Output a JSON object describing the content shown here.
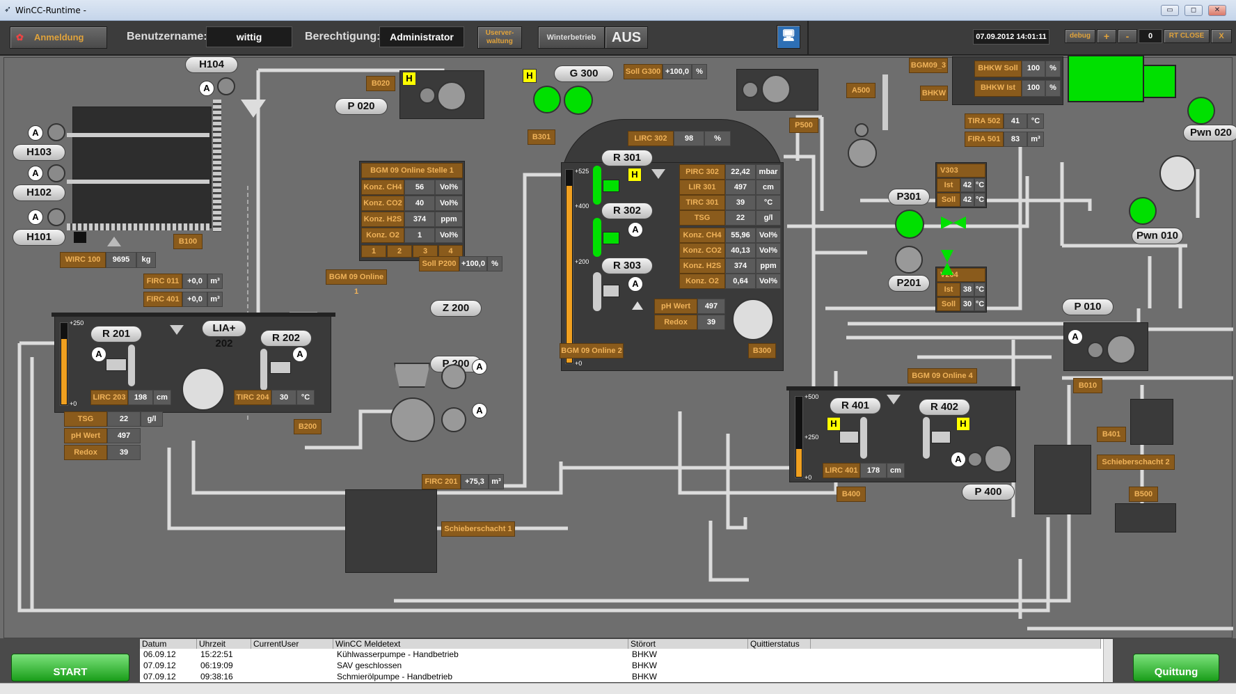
{
  "window": {
    "title": "WinCC-Runtime -"
  },
  "toolbar": {
    "login": "Anmeldung",
    "user_label": "Benutzername:",
    "user_value": "wittig",
    "perm_label": "Berechtigung:",
    "perm_value": "Administrator",
    "user_admin": "Userver-\nwaltung",
    "mode": "Winterbetrieb",
    "mode_state": "AUS",
    "datetime": "07.09.2012 14:01:11",
    "debug": "debug",
    "plus": "+",
    "minus": "-",
    "counter": "0",
    "rt_close": "RT CLOSE",
    "close_x": "X"
  },
  "tags": {
    "H104": "H104",
    "H103": "H103",
    "H102": "H102",
    "H101": "H101",
    "P020": "P 020",
    "G300": "G 300",
    "R301": "R 301",
    "R302": "R 302",
    "R303": "R 303",
    "R201": "R 201",
    "R202": "R 202",
    "LIA202": "LIA+ 202",
    "Z200": "Z 200",
    "P200": "P 200",
    "P301": "P301",
    "P201": "P201",
    "Pwn020": "Pwn 020",
    "Pwn010": "Pwn 010",
    "P010": "P 010",
    "R401": "R 401",
    "R402": "R 402",
    "P400": "P 400"
  },
  "labels": {
    "B020": "B020",
    "B100": "B100",
    "B200": "B200",
    "B300": "B300",
    "B301": "B301",
    "P500": "P500",
    "A500": "A500",
    "BGM09_3": "BGM09_3",
    "BHKW": "BHKW",
    "B010": "B010",
    "B401": "B401",
    "B400": "B400",
    "B500": "B500",
    "Schieberschacht1": "Schieberschacht 1",
    "Schieberschacht2": "Schieberschacht 2",
    "BGM_online1": "BGM 09 Online 1",
    "BGM_online2": "BGM 09 Online 2",
    "BGM_online4": "BGM 09 Online 4"
  },
  "values": {
    "WIRC100": {
      "name": "WIRC 100",
      "val": "9695",
      "unit": "kg"
    },
    "FIRC011": {
      "name": "FIRC 011",
      "val": "+0,0",
      "unit": "m³"
    },
    "FIRC401": {
      "name": "FIRC 401",
      "val": "+0,0",
      "unit": "m³"
    },
    "LIRC203": {
      "name": "LIRC 203",
      "val": "198",
      "unit": "cm"
    },
    "TIRC204": {
      "name": "TIRC 204",
      "val": "30",
      "unit": "°C"
    },
    "TSG2": {
      "name": "TSG",
      "val": "22",
      "unit": "g/l"
    },
    "pH2": {
      "name": "pH Wert",
      "val": "497"
    },
    "Redox2": {
      "name": "Redox",
      "val": "39"
    },
    "SollP200": {
      "name": "Soll P200",
      "val": "+100,0",
      "unit": "%"
    },
    "FIRC201": {
      "name": "FIRC 201",
      "val": "+75,3",
      "unit": "m³"
    },
    "SollG300": {
      "name": "Soll G300",
      "val": "+100,0",
      "unit": "%"
    },
    "LIRC302": {
      "name": "LIRC 302",
      "val": "98",
      "unit": "%"
    },
    "PIRC302": {
      "name": "PIRC 302",
      "val": "22,42",
      "unit": "mbar"
    },
    "LIR301": {
      "name": "LIR 301",
      "val": "497",
      "unit": "cm"
    },
    "TIRC301": {
      "name": "TIRC 301",
      "val": "39",
      "unit": "°C"
    },
    "TSG3": {
      "name": "TSG",
      "val": "22",
      "unit": "g/l"
    },
    "CH4_3": {
      "name": "Konz. CH4",
      "val": "55,96",
      "unit": "Vol%"
    },
    "CO2_3": {
      "name": "Konz. CO2",
      "val": "40,13",
      "unit": "Vol%"
    },
    "H2S_3": {
      "name": "Konz. H2S",
      "val": "374",
      "unit": "ppm"
    },
    "O2_3": {
      "name": "Konz. O2",
      "val": "0,64",
      "unit": "Vol%"
    },
    "pH3": {
      "name": "pH Wert",
      "val": "497"
    },
    "Redox3": {
      "name": "Redox",
      "val": "39"
    },
    "BHKWSoll": {
      "name": "BHKW Soll",
      "val": "100",
      "unit": "%"
    },
    "BHKWIst": {
      "name": "BHKW Ist",
      "val": "100",
      "unit": "%"
    },
    "TIRA502": {
      "name": "TIRA 502",
      "val": "41",
      "unit": "°C"
    },
    "FIRA501": {
      "name": "FIRA 501",
      "val": "83",
      "unit": "m³"
    },
    "LIRC401": {
      "name": "LIRC 401",
      "val": "178",
      "unit": "cm"
    }
  },
  "v303": {
    "title": "V303",
    "ist_label": "Ist",
    "ist": "42",
    "soll_label": "Soll",
    "soll": "42",
    "unit": "°C"
  },
  "v204": {
    "title": "V204",
    "ist_label": "Ist",
    "ist": "38",
    "soll_label": "Soll",
    "soll": "30",
    "unit": "°C"
  },
  "bgm1": {
    "title": "BGM 09 Online Stelle 1",
    "rows": [
      {
        "n": "Konz. CH4",
        "v": "56",
        "u": "Vol%"
      },
      {
        "n": "Konz. CO2",
        "v": "40",
        "u": "Vol%"
      },
      {
        "n": "Konz. H2S",
        "v": "374",
        "u": "ppm"
      },
      {
        "n": "Konz. O2",
        "v": "1",
        "u": "Vol%"
      }
    ],
    "tabs": [
      "1",
      "2",
      "3",
      "4"
    ]
  },
  "scales": {
    "r2_top": "+250",
    "r2_bot": "+0",
    "r3_top": "+525",
    "r3_mid1": "+400",
    "r3_mid2": "+200",
    "r3_bot": "+0",
    "r4_top": "+500",
    "r4_mid": "+250",
    "r4_bot": "+0"
  },
  "footer": {
    "start": "START",
    "quit": "Quittung"
  },
  "alarm": {
    "headers": [
      "Datum",
      "Uhrzeit",
      "CurrentUser",
      "WinCC Meldetext",
      "Störort",
      "Quittierstatus"
    ],
    "rows": [
      [
        "06.09.12",
        "15:22:51",
        "",
        "Kühlwasserpumpe - Handbetrieb",
        "BHKW",
        ""
      ],
      [
        "07.09.12",
        "06:19:09",
        "",
        "SAV geschlossen",
        "BHKW",
        ""
      ],
      [
        "07.09.12",
        "09:38:16",
        "",
        "Schmierölpumpe - Handbetrieb",
        "BHKW",
        ""
      ]
    ]
  },
  "colors": {
    "orange": "#8a5b1c",
    "green": "#00e000",
    "yellow": "#ffff00",
    "pipe": "#dcdcdc"
  }
}
